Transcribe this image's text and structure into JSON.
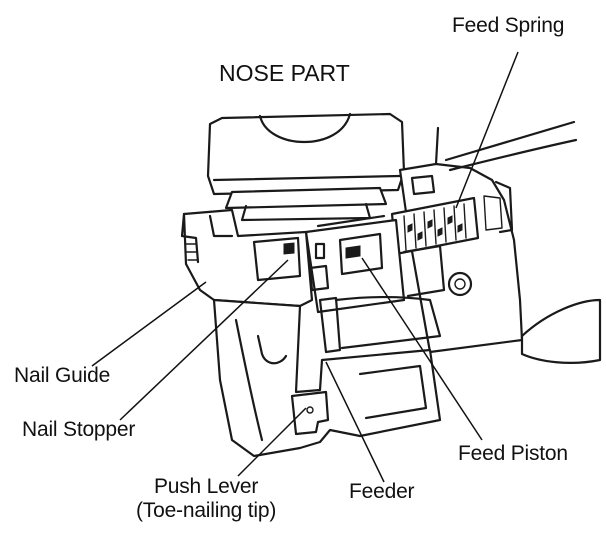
{
  "title": "NOSE PART",
  "labels": {
    "feed_spring": "Feed Spring",
    "nail_guide": "Nail Guide",
    "nail_stopper": "Nail Stopper",
    "feed_piston": "Feed Piston",
    "feeder": "Feeder",
    "push_lever_line1": "Push Lever",
    "push_lever_line2": "(Toe-nailing tip)"
  }
}
